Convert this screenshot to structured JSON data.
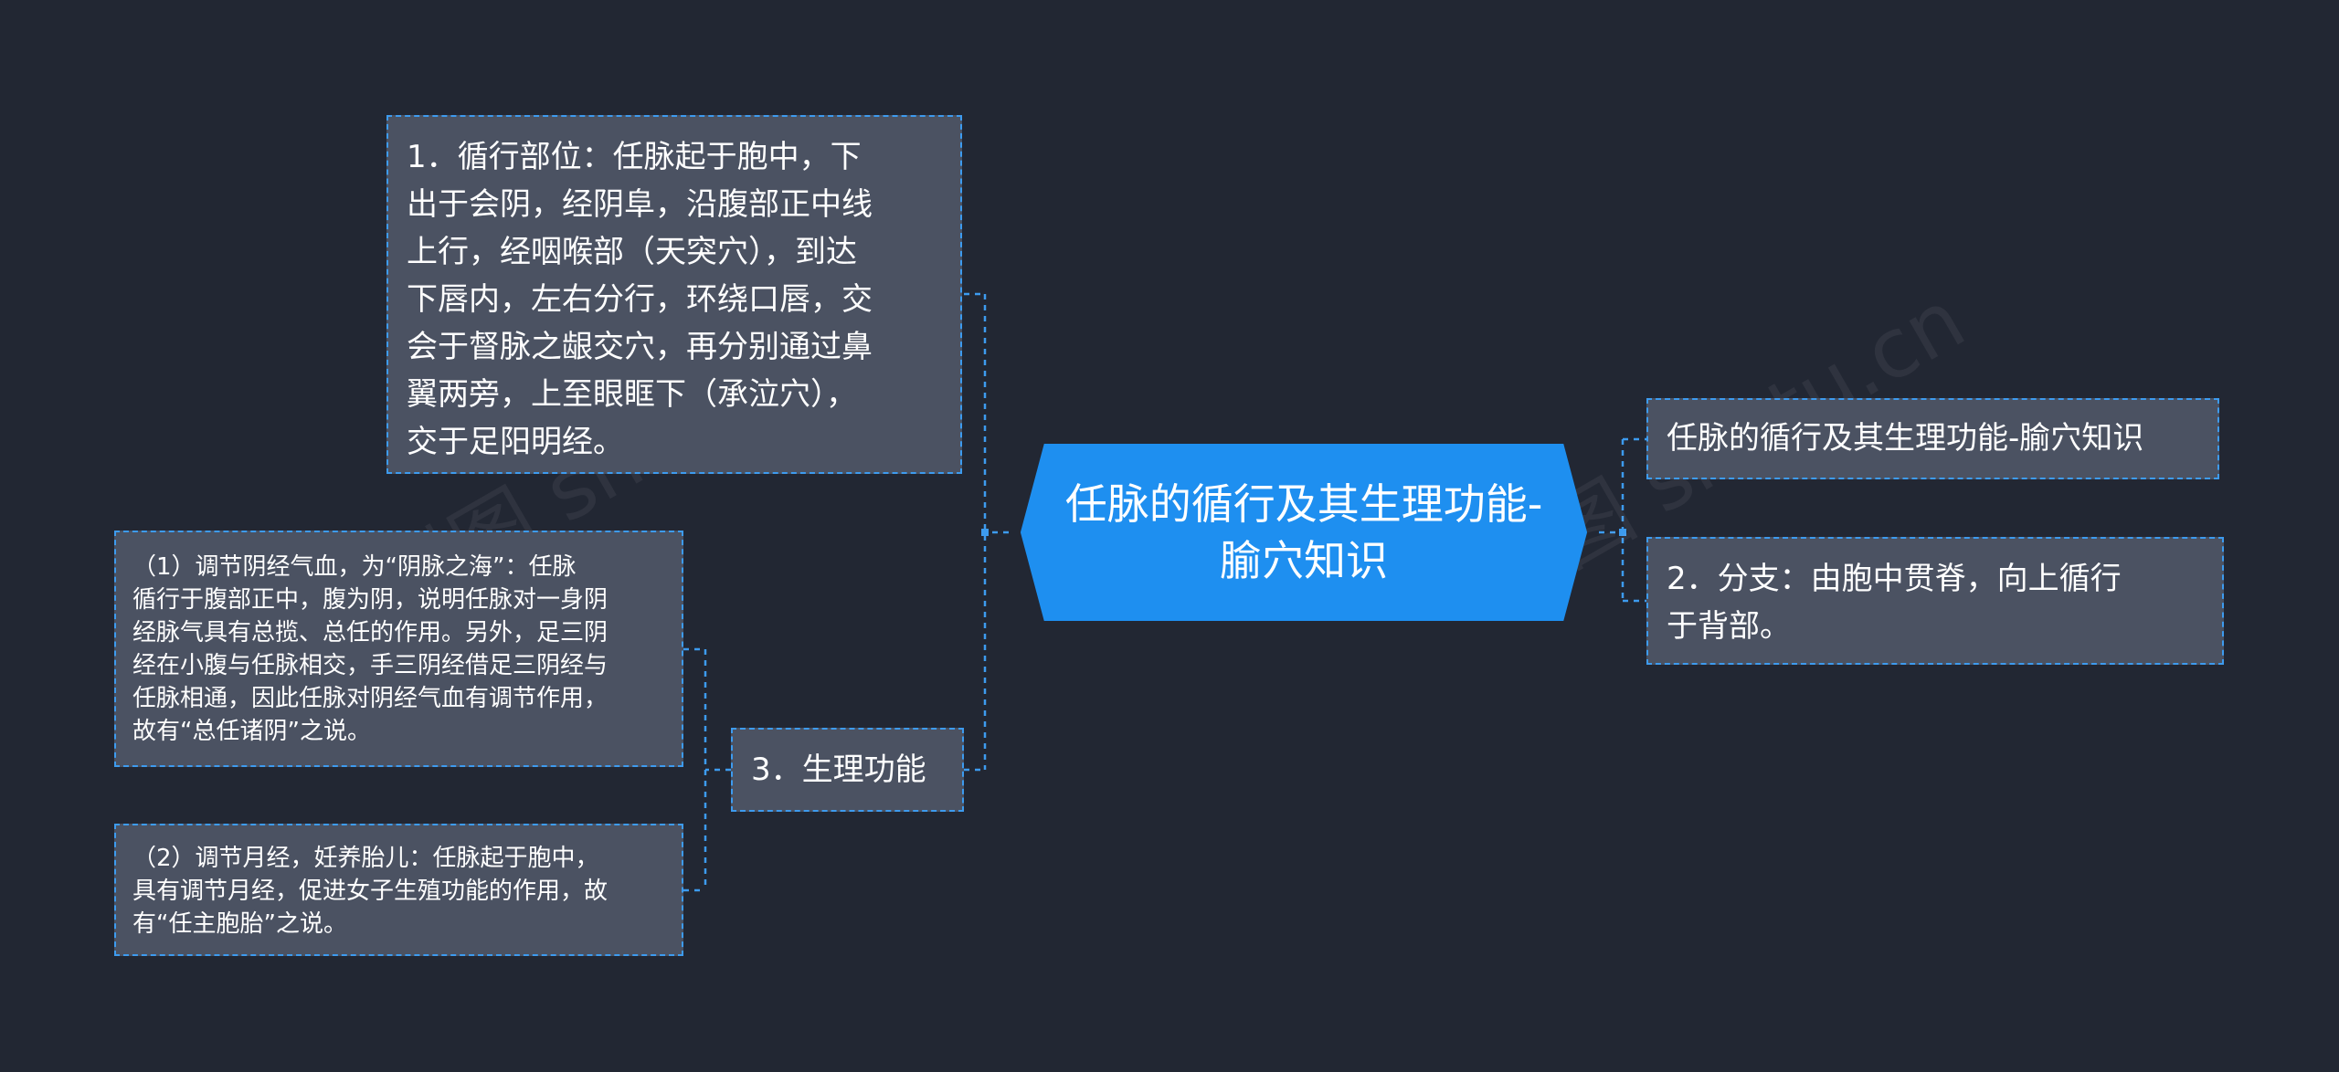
{
  "center": {
    "label": "任脉的循行及其生理功能-\n腧穴知识"
  },
  "left": {
    "circulation": "1．循行部位：任脉起于胞中，下\n出于会阴，经阴阜，沿腹部正中线\n上行，经咽喉部（天突穴），到达\n下唇内，左右分行，环绕口唇，交\n会于督脉之龈交穴，再分别通过鼻\n翼两旁，上至眼眶下（承泣穴），\n交于足阳明经。",
    "function": {
      "label": "3．生理功能",
      "children": [
        "（1）调节阴经气血，为“阴脉之海”：任脉\n循行于腹部正中，腹为阴，说明任脉对一身阴\n经脉气具有总揽、总任的作用。另外，足三阴\n经在小腹与任脉相交，手三阴经借足三阴经与\n任脉相通，因此任脉对阴经气血有调节作用，\n故有“总任诸阴”之说。",
        "（2）调节月经，妊养胎儿：任脉起于胞中，\n具有调节月经，促进女子生殖功能的作用，故\n有“任主胞胎”之说。"
      ]
    }
  },
  "right": {
    "title_node": "任脉的循行及其生理功能-腧穴知识",
    "branch": "2．分支：由胞中贯脊，向上循行\n于背部。"
  },
  "watermark": "树图 shutu.cn",
  "colors": {
    "background": "#222733",
    "node_fill": "#4b5262",
    "connector": "#3d9bef",
    "center_fill": "#1e8ff0"
  }
}
